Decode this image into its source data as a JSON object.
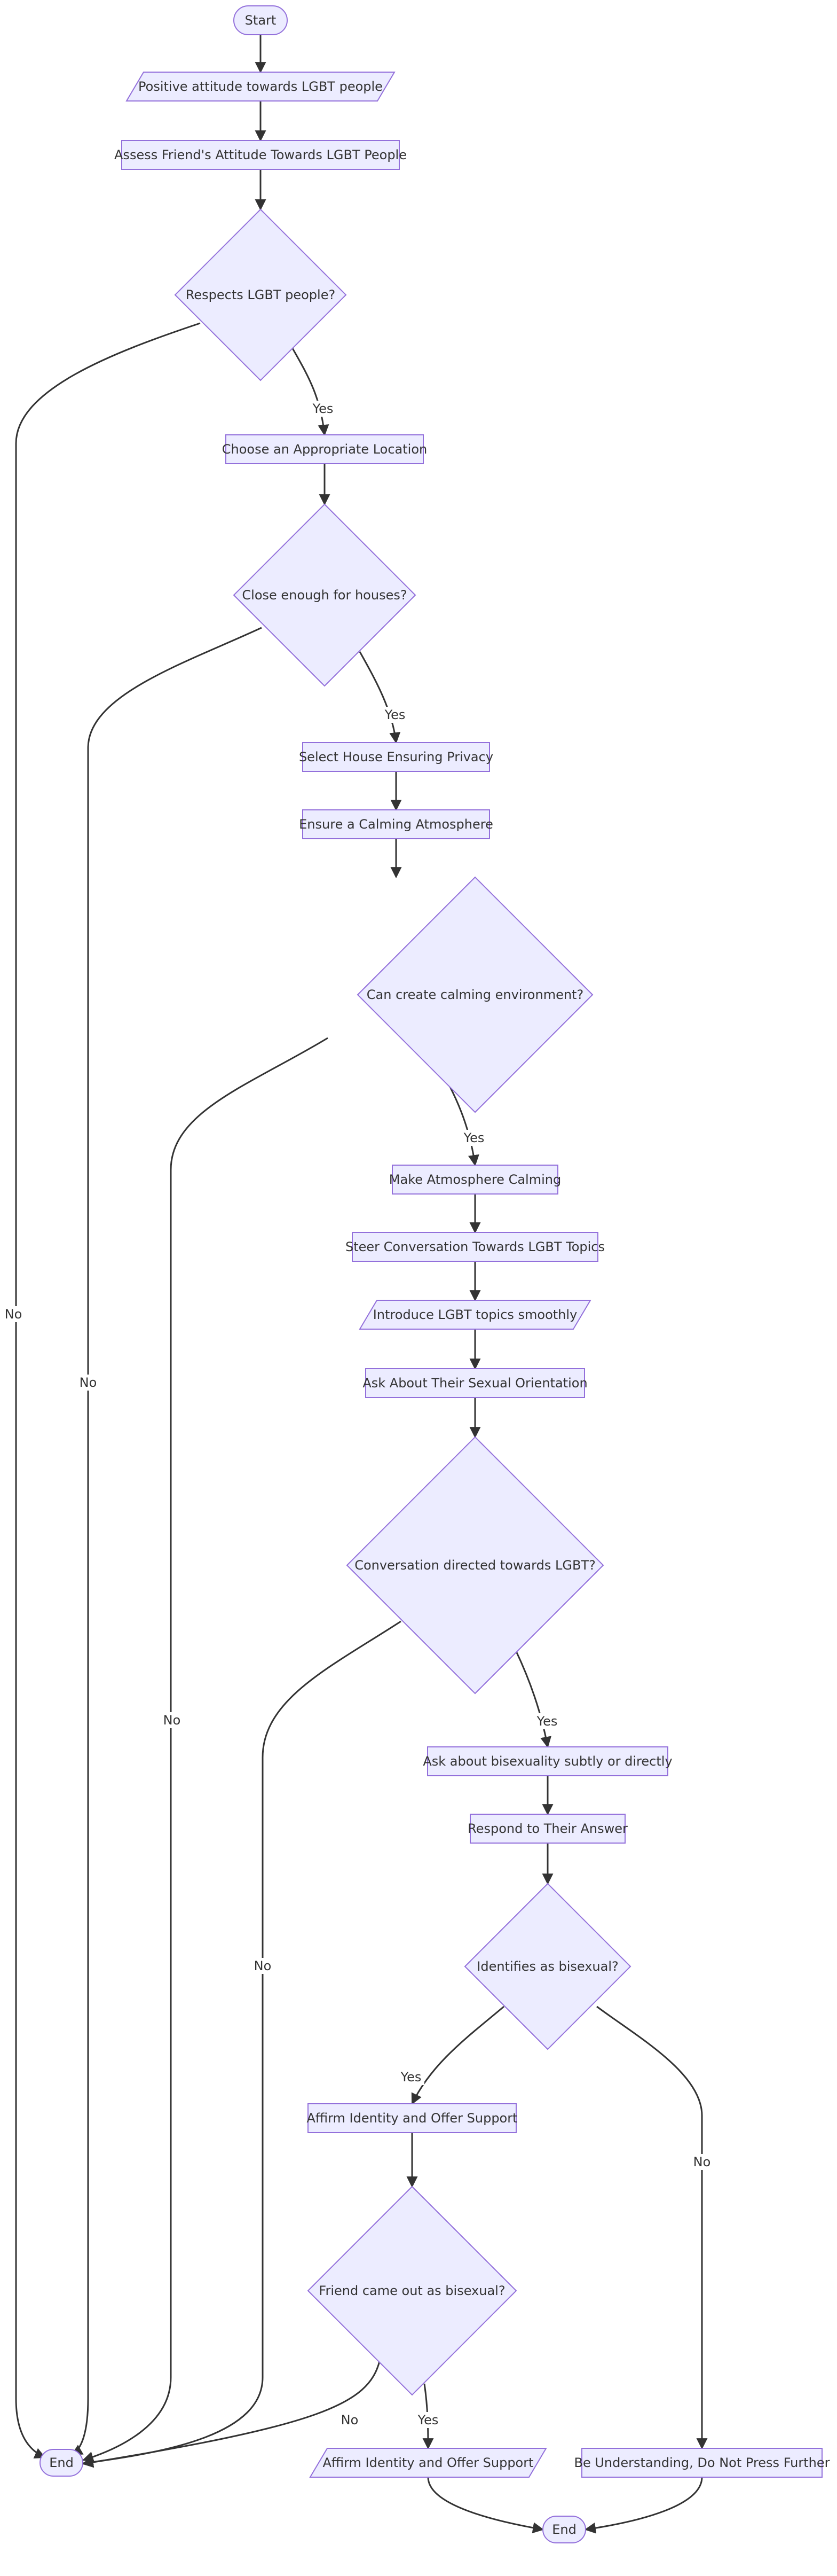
{
  "nodes": [
    {
      "id": "start",
      "text": "Start",
      "shape": "stadium"
    },
    {
      "id": "positive",
      "text": "Positive attitude towards LGBT people",
      "shape": "parallelogram"
    },
    {
      "id": "assess",
      "text": "Assess Friend's Attitude Towards LGBT People",
      "shape": "rect"
    },
    {
      "id": "respects",
      "text": "Respects LGBT people?",
      "shape": "diamond"
    },
    {
      "id": "location",
      "text": "Choose an Appropriate Location",
      "shape": "rect"
    },
    {
      "id": "close",
      "text": "Close enough for houses?",
      "shape": "diamond"
    },
    {
      "id": "house",
      "text": "Select House Ensuring Privacy",
      "shape": "rect"
    },
    {
      "id": "ensure",
      "text": "Ensure a Calming Atmosphere",
      "shape": "rect"
    },
    {
      "id": "cancreate",
      "text": "Can create calming environment?",
      "shape": "diamond"
    },
    {
      "id": "make",
      "text": "Make Atmosphere Calming",
      "shape": "rect"
    },
    {
      "id": "steer",
      "text": "Steer Conversation Towards LGBT Topics",
      "shape": "rect"
    },
    {
      "id": "introduce",
      "text": "Introduce LGBT topics smoothly",
      "shape": "parallelogram"
    },
    {
      "id": "ask",
      "text": "Ask About Their Sexual Orientation",
      "shape": "rect"
    },
    {
      "id": "conversation",
      "text": "Conversation directed towards LGBT?",
      "shape": "diamond"
    },
    {
      "id": "askbi",
      "text": "Ask about bisexuality subtly or directly",
      "shape": "rect"
    },
    {
      "id": "respond",
      "text": "Respond to Their Answer",
      "shape": "rect"
    },
    {
      "id": "identifies",
      "text": "Identifies as bisexual?",
      "shape": "diamond"
    },
    {
      "id": "affirm1",
      "text": "Affirm Identity and Offer Support",
      "shape": "rect"
    },
    {
      "id": "cameout",
      "text": "Friend came out as bisexual?",
      "shape": "diamond"
    },
    {
      "id": "end1",
      "text": "End",
      "shape": "stadium"
    },
    {
      "id": "affirm2",
      "text": "Affirm Identity and Offer Support",
      "shape": "parallelogram"
    },
    {
      "id": "beunderstanding",
      "text": "Be Understanding, Do Not Press Further",
      "shape": "rect"
    },
    {
      "id": "end2",
      "text": "End",
      "shape": "stadium"
    }
  ],
  "edges": [
    {
      "from": "start",
      "to": "positive",
      "label": ""
    },
    {
      "from": "positive",
      "to": "assess",
      "label": ""
    },
    {
      "from": "assess",
      "to": "respects",
      "label": ""
    },
    {
      "from": "respects",
      "to": "location",
      "label": "Yes"
    },
    {
      "from": "respects",
      "to": "end1",
      "label": "No"
    },
    {
      "from": "location",
      "to": "close",
      "label": ""
    },
    {
      "from": "close",
      "to": "house",
      "label": "Yes"
    },
    {
      "from": "close",
      "to": "end1",
      "label": "No"
    },
    {
      "from": "house",
      "to": "ensure",
      "label": ""
    },
    {
      "from": "ensure",
      "to": "cancreate",
      "label": ""
    },
    {
      "from": "cancreate",
      "to": "make",
      "label": "Yes"
    },
    {
      "from": "cancreate",
      "to": "end1",
      "label": "No"
    },
    {
      "from": "make",
      "to": "steer",
      "label": ""
    },
    {
      "from": "steer",
      "to": "introduce",
      "label": ""
    },
    {
      "from": "introduce",
      "to": "ask",
      "label": ""
    },
    {
      "from": "ask",
      "to": "conversation",
      "label": ""
    },
    {
      "from": "conversation",
      "to": "askbi",
      "label": "Yes"
    },
    {
      "from": "conversation",
      "to": "end1",
      "label": "No"
    },
    {
      "from": "askbi",
      "to": "respond",
      "label": ""
    },
    {
      "from": "respond",
      "to": "identifies",
      "label": ""
    },
    {
      "from": "identifies",
      "to": "affirm1",
      "label": "Yes"
    },
    {
      "from": "identifies",
      "to": "beunderstanding",
      "label": "No"
    },
    {
      "from": "affirm1",
      "to": "cameout",
      "label": ""
    },
    {
      "from": "cameout",
      "to": "affirm2",
      "label": "Yes"
    },
    {
      "from": "cameout",
      "to": "end1",
      "label": "No"
    },
    {
      "from": "affirm2",
      "to": "end2",
      "label": ""
    },
    {
      "from": "beunderstanding",
      "to": "end2",
      "label": ""
    }
  ]
}
